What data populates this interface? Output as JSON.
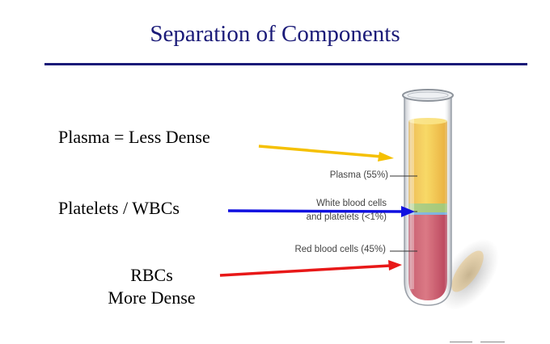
{
  "slide": {
    "title": "Separation of Components",
    "labels": {
      "plasma": "Plasma = Less Dense",
      "platelets": "Platelets / WBCs",
      "rbcs_line1": "RBCs",
      "rbcs_line2": "More Dense"
    },
    "tube_labels": {
      "plasma": "Plasma (55%)",
      "wbc_line1": "White blood cells",
      "wbc_line2": "and platelets (<1%)",
      "rbc": "Red blood cells (45%)"
    },
    "colors": {
      "title": "#1a1a78",
      "plasma": "#f2c23a",
      "buffy_coat": "#9cc36a",
      "red_cells": "#c94a5a",
      "arrow_plasma": "#f5c000",
      "arrow_platelets": "#1010e0",
      "arrow_rbcs": "#e81818"
    }
  }
}
